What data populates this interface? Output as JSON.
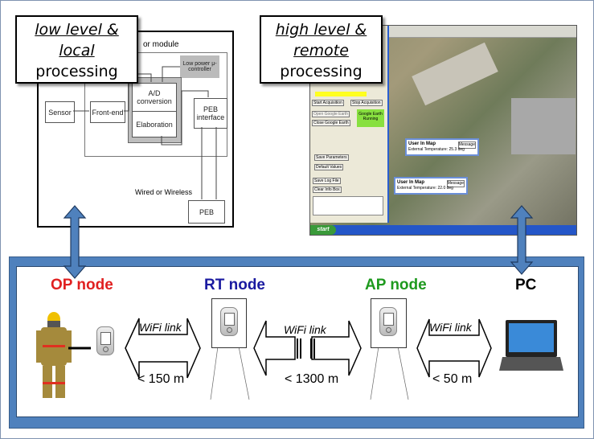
{
  "labels": {
    "local": {
      "line1": "low level &",
      "line2": "local",
      "line3": "processing"
    },
    "remote": {
      "line1": "high level &",
      "line2": "remote",
      "line3": "processing"
    }
  },
  "sensor_module": {
    "title": "or module",
    "low_power": "Low power μ-controller",
    "ad": "A/D conversion",
    "elaboration": "Elaboration",
    "sensor": "Sensor",
    "front_end": "Front-end",
    "peb_interface": "PEB interface",
    "wired": "Wired or Wireless",
    "peb": "PEB"
  },
  "screenshot": {
    "start": "start",
    "popup1": {
      "title": "User In Map",
      "text": "External Temperature: 25.3 deg",
      "button": "Message"
    },
    "popup2": {
      "title": "User In Map",
      "text": "External Temperature: 22.0 deg",
      "button": "Message"
    },
    "buttons": [
      "Start Acquisition",
      "Stop Acquisition",
      "Open Google Earth",
      "Close Google Earth",
      "Save Parameters",
      "Default Values",
      "Save Log File",
      "Clear Info Box"
    ],
    "status": "Google Earth Running"
  },
  "nodes": {
    "op": {
      "label": "OP node",
      "color": "#e02020"
    },
    "rt": {
      "label": "RT node",
      "color": "#1a1aa0"
    },
    "ap": {
      "label": "AP node",
      "color": "#1e9a1e"
    },
    "pc": {
      "label": "PC",
      "color": "#000000"
    }
  },
  "links": [
    {
      "label": "WiFi link",
      "distance": "< 150 m"
    },
    {
      "label": "WiFi link",
      "distance": "< 1300 m"
    },
    {
      "label": "WiFi link",
      "distance": "< 50 m"
    }
  ],
  "colors": {
    "panel_border": "#4f81bd"
  }
}
